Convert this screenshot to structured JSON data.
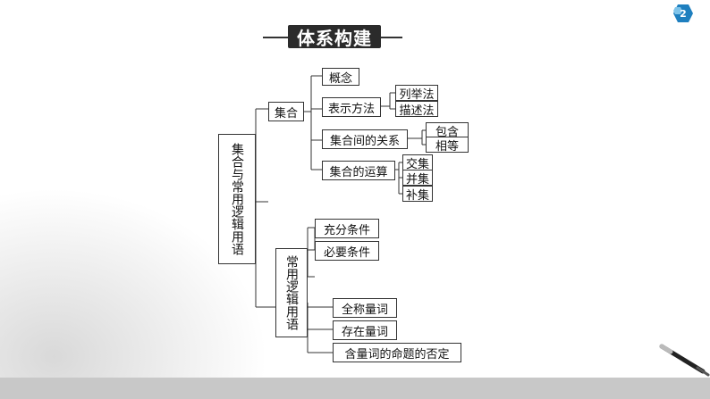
{
  "page": {
    "number": "2"
  },
  "title": "体系构建",
  "tree": {
    "root": "集合与常用逻辑用语",
    "set": {
      "label": "集合",
      "concept": "概念",
      "representation": {
        "label": "表示方法",
        "children": [
          "列举法",
          "描述法"
        ]
      },
      "relations": {
        "label": "集合间的关系",
        "children": [
          "包含",
          "相等"
        ]
      },
      "operations": {
        "label": "集合的运算",
        "children": [
          "交集",
          "并集",
          "补集"
        ]
      }
    },
    "logic": {
      "label": "常用逻辑用语",
      "items": [
        "充分条件",
        "必要条件",
        "全称量词",
        "存在量词",
        "含量词的命题的否定"
      ]
    }
  },
  "colors": {
    "title_bg": "#2b2b2b",
    "badge": "#1e7fbf",
    "footer": "#c8c8c8"
  }
}
